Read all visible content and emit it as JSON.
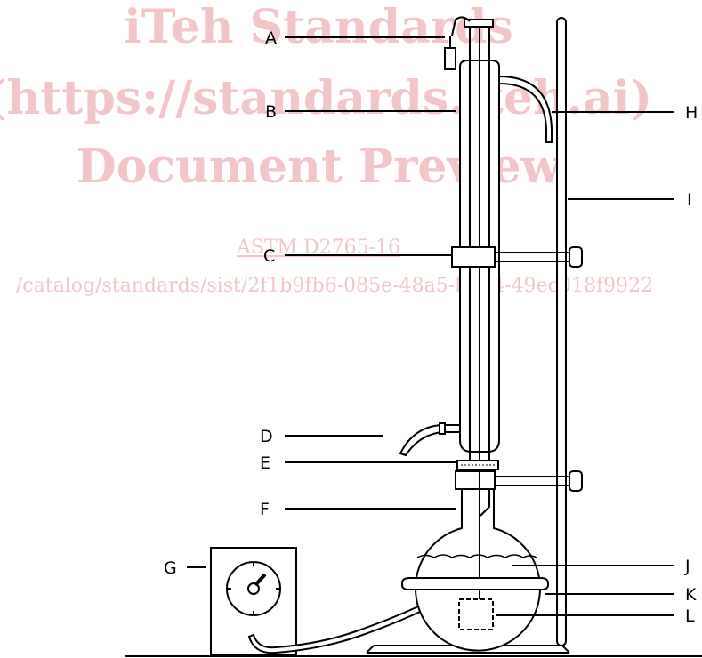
{
  "watermark": {
    "line1": "iTeh Standards",
    "line2": "(https://standards.iteh.ai)",
    "line3": "Document Preview",
    "code": "ASTM D2765-16",
    "url": "/catalog/standards/sist/2f1b9fb6-085e-48a5-b244-49ec018f9922"
  },
  "labels": {
    "A": "A",
    "B": "B",
    "C": "C",
    "D": "D",
    "E": "E",
    "F": "F",
    "G": "G",
    "H": "H",
    "I": "I",
    "J": "J",
    "K": "K",
    "L": "L"
  },
  "colors": {
    "line": "#000000",
    "watermark": "#f2c6c8"
  }
}
